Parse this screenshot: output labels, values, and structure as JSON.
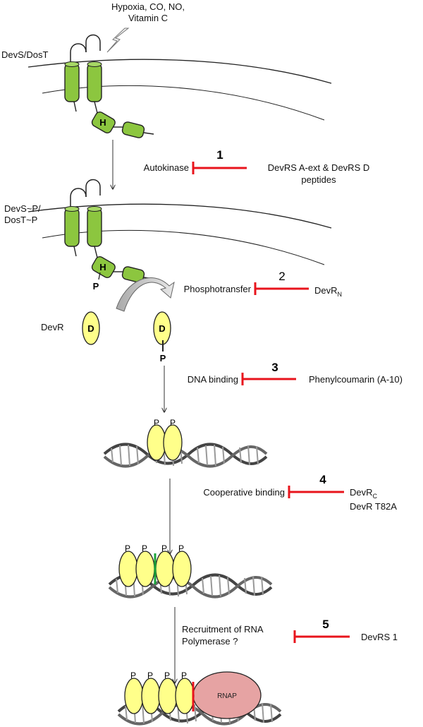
{
  "signals": {
    "line1": "Hypoxia, CO, NO,",
    "line2": "Vitamin C"
  },
  "sensor": {
    "label": "DevS/DosT",
    "label_p1": "DevS~P/",
    "label_p2": "DosT~P",
    "h_domain": "H",
    "p_mark": "P"
  },
  "response_regulator": {
    "label": "DevR",
    "d_domain": "D",
    "p_mark": "P"
  },
  "steps": [
    {
      "number": "1",
      "process": "Autokinase",
      "inhibitor_line1": "DevRS A-ext & DevRS D",
      "inhibitor_line2": "peptides"
    },
    {
      "number": "2",
      "process": "Phosphotransfer",
      "inhibitor_main": "DevR",
      "inhibitor_sub": "N"
    },
    {
      "number": "3",
      "process": "DNA binding",
      "inhibitor_line1": "Phenylcoumarin (A-10)"
    },
    {
      "number": "4",
      "process": "Cooperative binding",
      "inhibitor_main": "DevR",
      "inhibitor_sub": "C",
      "inhibitor_line2": "DevR T82A"
    },
    {
      "number": "5",
      "process_line1": "Recruitment of RNA",
      "process_line2": "Polymerase ?",
      "inhibitor_line1": "DevRS 1"
    }
  ],
  "phospho": "P",
  "rnap": "RNAP",
  "colors": {
    "membrane_protein": "#8cc63f",
    "devr": "#ffff8a",
    "inhibition": "#e8141c",
    "cooperative_contact": "#1aa53a",
    "rnap_contact": "#e8141c",
    "rnap": "#e6a3a3"
  }
}
